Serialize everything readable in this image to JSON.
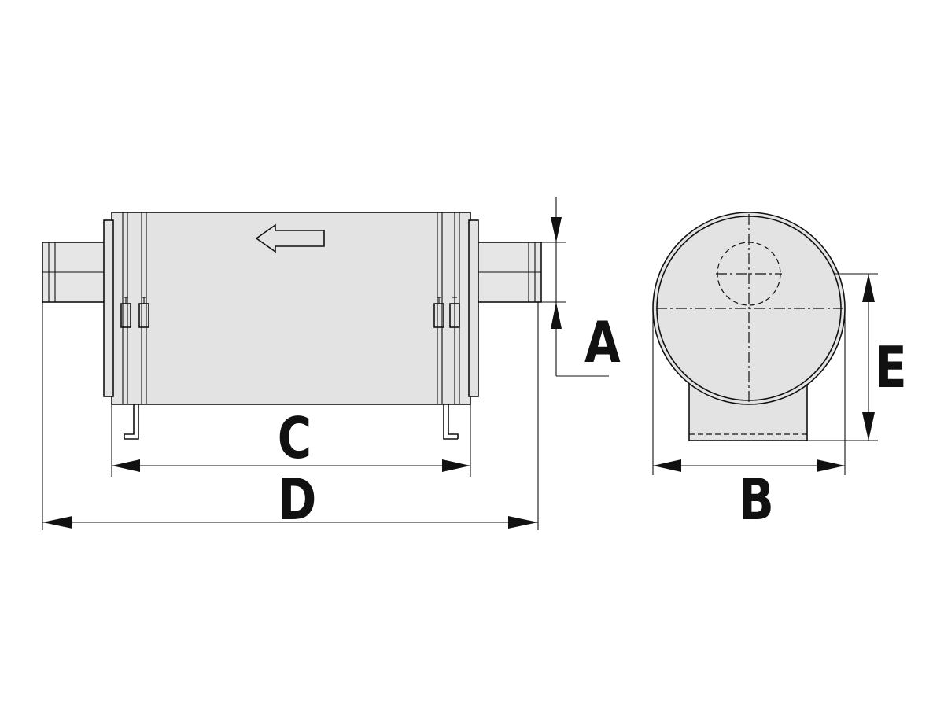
{
  "diagram": {
    "dimension_labels": {
      "A": "A",
      "B": "B",
      "C": "C",
      "D": "D",
      "E": "E"
    },
    "colors": {
      "line": "#111111",
      "body_fill": "#e3e3e3",
      "background": "#ffffff"
    }
  }
}
